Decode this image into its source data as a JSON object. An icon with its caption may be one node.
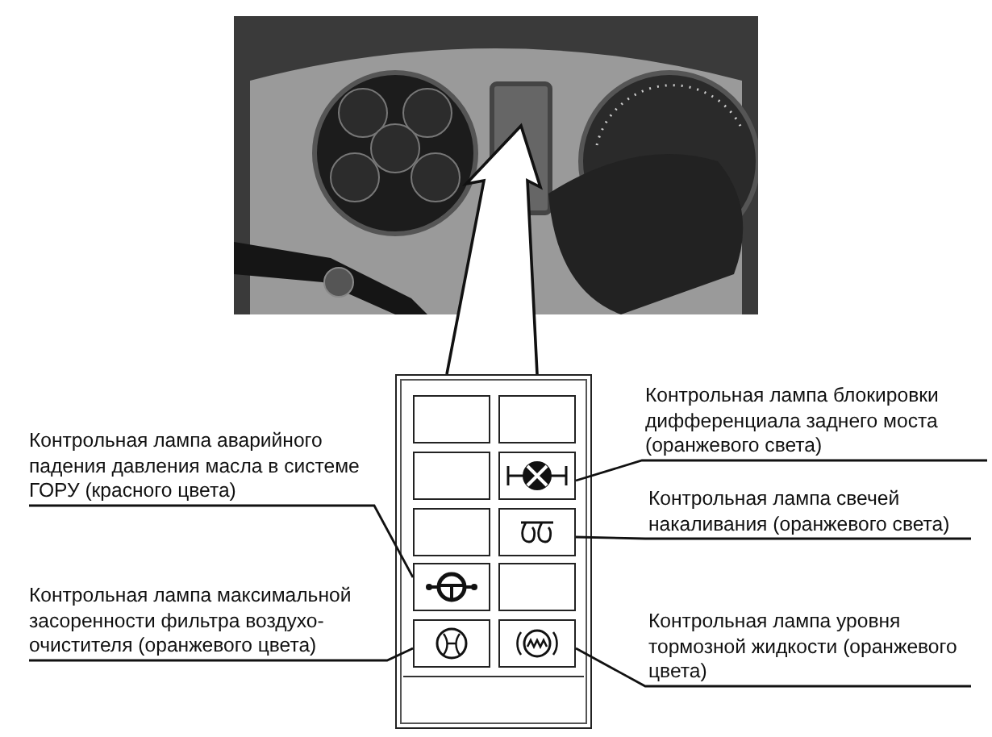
{
  "diagram": {
    "nodes": [
      {
        "text": [],
        "shape": "picture"
      },
      {
        "text": [],
        "shape": "box"
      },
      {
        "text": [],
        "shape": "box",
        "in": 1
      },
      {
        "text": [],
        "shape": "box",
        "in": 1
      },
      {
        "text": [],
        "shape": "box",
        "in": 1
      },
      {
        "text": [],
        "shape": "box",
        "in": 1
      },
      {
        "text": [],
        "shape": "box",
        "in": 1
      },
      {
        "text": [],
        "shape": "box",
        "in": 1
      },
      {
        "text": [],
        "shape": "box",
        "in": 1
      },
      {
        "text": [],
        "shape": "box",
        "in": 1
      },
      {
        "text": [],
        "shape": "box",
        "in": 1
      },
      {
        "text": [],
        "shape": "box",
        "in": 1
      },
      {
        "text": [
          "Контрольная лампа блокировки дифференциала заднего моста (оранжевого света)"
        ]
      },
      {
        "text": [
          "Контрольная лампа аварийного падения давления масла в системе ГОРУ (красного цвета)"
        ]
      },
      {
        "text": [
          "Контрольная лампа свечей накаливания (оранжевого света)"
        ]
      },
      {
        "text": [
          "Контрольная лампа максимальной засоренности фильтра воздухо- очистителя (оранжевого цвета)"
        ]
      },
      {
        "text": [
          "Контрольная лампа уровня тормозной жидкости (оранжевого цвета)"
        ]
      }
    ],
    "edges": [
      {
        "from": 1,
        "to": 0,
        "arrow": "to"
      },
      {
        "from": 12,
        "to": 5,
        "arrow": "none"
      },
      {
        "from": 13,
        "to": 8,
        "arrow": "none"
      },
      {
        "from": 14,
        "to": 7,
        "arrow": "none"
      },
      {
        "from": 15,
        "to": 10,
        "arrow": "none"
      },
      {
        "from": 16,
        "to": 11,
        "arrow": "none"
      }
    ]
  }
}
